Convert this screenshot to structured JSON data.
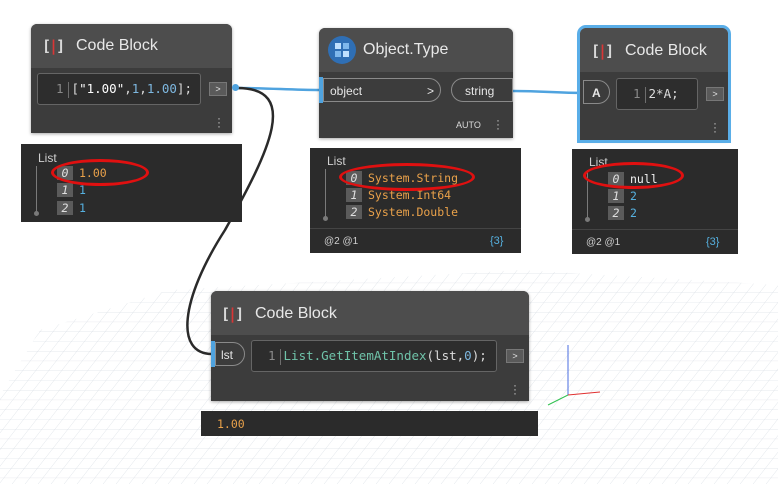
{
  "nodes": {
    "code_block_1": {
      "title": "Code Block",
      "line_no": "1",
      "code_open": "[",
      "code_str": "\"1.00\"",
      "code_c1": ",",
      "code_n1": "1",
      "code_c2": ",",
      "code_n2": "1.00",
      "code_close": "];",
      "arrow": ">"
    },
    "object_type": {
      "title": "Object.Type",
      "input_port": "object",
      "input_arrow": ">",
      "output_port": "string",
      "lacing": "AUTO"
    },
    "code_block_2": {
      "title": "Code Block",
      "input_port": "A",
      "line_no": "1",
      "code": "2*A;",
      "arrow": ">"
    },
    "code_block_3": {
      "title": "Code Block",
      "input_port": "lst",
      "line_no": "1",
      "code_fn": "List.GetItemAtIndex",
      "code_args_open": "(lst,",
      "code_num": "0",
      "code_args_close": ");",
      "arrow": ">"
    }
  },
  "previews": {
    "preview_1": {
      "label": "List",
      "items": [
        {
          "index": "0",
          "value": "1.00"
        },
        {
          "index": "1",
          "value": "1"
        },
        {
          "index": "2",
          "value": "1"
        }
      ]
    },
    "preview_2": {
      "label": "List",
      "items": [
        {
          "index": "0",
          "value": "System.String"
        },
        {
          "index": "1",
          "value": "System.Int64"
        },
        {
          "index": "2",
          "value": "System.Double"
        }
      ],
      "levels": "@2 @1",
      "count": "{3}"
    },
    "preview_3": {
      "label": "List",
      "items": [
        {
          "index": "0",
          "value": "null"
        },
        {
          "index": "1",
          "value": "2"
        },
        {
          "index": "2",
          "value": "2"
        }
      ],
      "levels": "@2 @1",
      "count": "{3}"
    },
    "preview_4": {
      "value": "1.00"
    }
  },
  "colors": {
    "node_body": "#3c3c3c",
    "node_header": "#4d4d4d",
    "selected_border": "#5aaee8",
    "wire": "#4fa3df",
    "highlight_circle": "#e01010"
  }
}
